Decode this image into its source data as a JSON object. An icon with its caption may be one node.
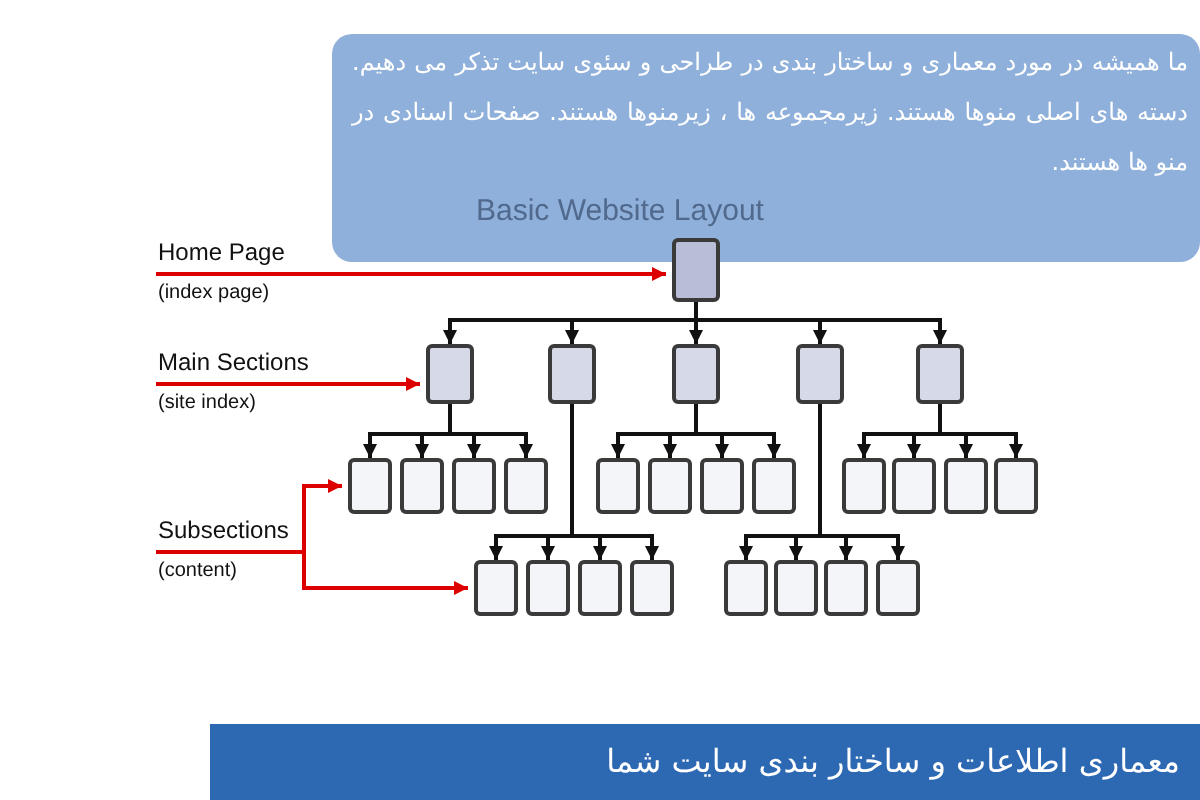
{
  "diagram": {
    "title": "Basic Website Layout",
    "caption": "معماری اطلاعات و ساختار بندی سایت شما",
    "nodes": [
      {
        "text": [
          "ما همیشه در مورد معماری و ساختار بندی در طراحی و سئوی سایت تذکر می دهیم. دسته های اصلی منوها هستند. زیرمجموعه ها ، زیرمنوها هستند. صفحات اسنادی در منو ها هستند."
        ]
      },
      {
        "text": [
          "Home Page",
          "(index page)"
        ]
      },
      {
        "text": [
          "Main Sections",
          "(site index)"
        ]
      },
      {
        "text": [
          "Subsections",
          "(content)"
        ]
      },
      {
        "text": [],
        "shape": "box"
      },
      {
        "text": [],
        "shape": "box"
      },
      {
        "text": [],
        "shape": "box"
      },
      {
        "text": [],
        "shape": "box"
      },
      {
        "text": [],
        "shape": "box"
      },
      {
        "text": [],
        "shape": "box"
      },
      {
        "text": [],
        "shape": "box"
      },
      {
        "text": [],
        "shape": "box"
      },
      {
        "text": [],
        "shape": "box"
      },
      {
        "text": [],
        "shape": "box"
      },
      {
        "text": [],
        "shape": "box"
      },
      {
        "text": [],
        "shape": "box"
      },
      {
        "text": [],
        "shape": "box"
      },
      {
        "text": [],
        "shape": "box"
      },
      {
        "text": [],
        "shape": "box"
      },
      {
        "text": [],
        "shape": "box"
      },
      {
        "text": [],
        "shape": "box"
      },
      {
        "text": [],
        "shape": "box"
      },
      {
        "text": [],
        "shape": "box"
      },
      {
        "text": [],
        "shape": "box"
      },
      {
        "text": [],
        "shape": "box"
      },
      {
        "text": [],
        "shape": "box"
      },
      {
        "text": [],
        "shape": "box"
      },
      {
        "text": [],
        "shape": "box"
      },
      {
        "text": [],
        "shape": "box"
      },
      {
        "text": [],
        "shape": "box"
      }
    ],
    "edges": [
      {
        "from": 1,
        "to": 4,
        "arrow": "to",
        "color": "#dd0000"
      },
      {
        "from": 2,
        "to": 5,
        "arrow": "to",
        "color": "#dd0000"
      },
      {
        "from": 3,
        "to": 10,
        "arrow": "to",
        "color": "#dd0000"
      },
      {
        "from": 3,
        "to": 14,
        "arrow": "to",
        "color": "#dd0000"
      },
      {
        "from": 4,
        "to": 5,
        "arrow": "to"
      },
      {
        "from": 4,
        "to": 6,
        "arrow": "to"
      },
      {
        "from": 4,
        "to": 7,
        "arrow": "to"
      },
      {
        "from": 4,
        "to": 8,
        "arrow": "to"
      },
      {
        "from": 4,
        "to": 9,
        "arrow": "to"
      },
      {
        "from": 5,
        "to": 10,
        "arrow": "to"
      },
      {
        "from": 5,
        "to": 11,
        "arrow": "to"
      },
      {
        "from": 5,
        "to": 12,
        "arrow": "to"
      },
      {
        "from": 5,
        "to": 13,
        "arrow": "to"
      },
      {
        "from": 6,
        "to": 14,
        "arrow": "to"
      },
      {
        "from": 6,
        "to": 15,
        "arrow": "to"
      },
      {
        "from": 6,
        "to": 16,
        "arrow": "to"
      },
      {
        "from": 6,
        "to": 17,
        "arrow": "to"
      },
      {
        "from": 7,
        "to": 18,
        "arrow": "to"
      },
      {
        "from": 7,
        "to": 19,
        "arrow": "to"
      },
      {
        "from": 7,
        "to": 20,
        "arrow": "to"
      },
      {
        "from": 7,
        "to": 21,
        "arrow": "to"
      },
      {
        "from": 8,
        "to": 22,
        "arrow": "to"
      },
      {
        "from": 8,
        "to": 23,
        "arrow": "to"
      },
      {
        "from": 8,
        "to": 24,
        "arrow": "to"
      },
      {
        "from": 8,
        "to": 25,
        "arrow": "to"
      },
      {
        "from": 9,
        "to": 26,
        "arrow": "to"
      },
      {
        "from": 9,
        "to": 27,
        "arrow": "to"
      },
      {
        "from": 9,
        "to": 28,
        "arrow": "to"
      },
      {
        "from": 9,
        "to": 29,
        "arrow": "to"
      }
    ]
  }
}
